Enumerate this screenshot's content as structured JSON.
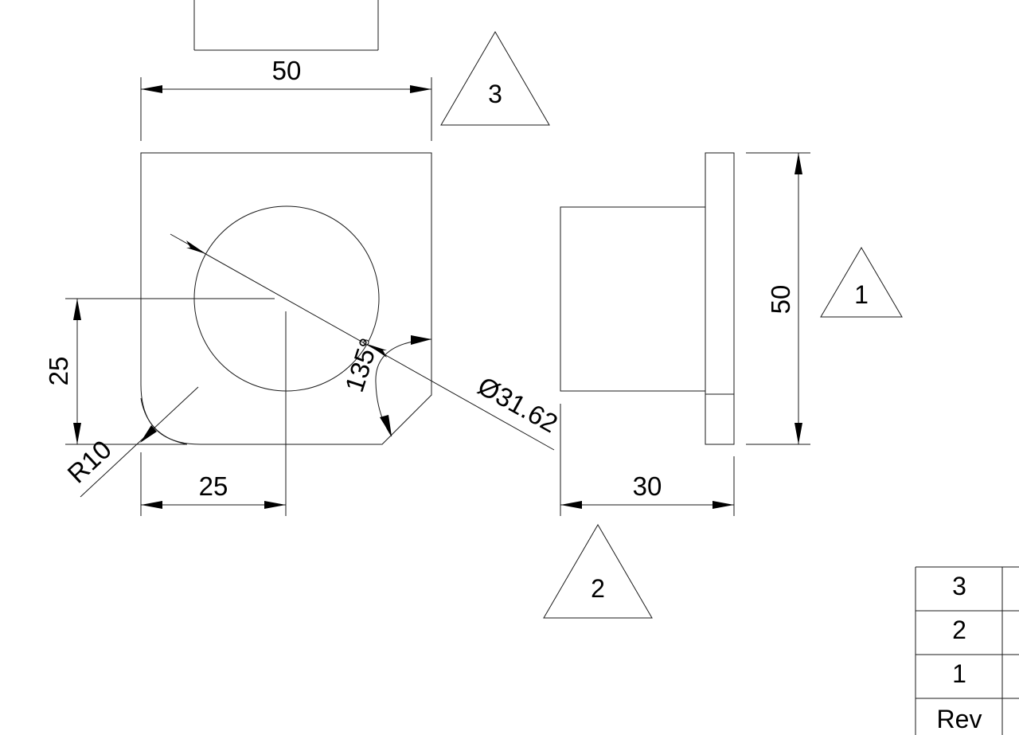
{
  "drawing": {
    "front_view": {
      "width_dim": "50",
      "height_dim": "25",
      "offset_dim": "25",
      "radius_dim": "R10",
      "angle_dim": "135°",
      "diameter_dim": "Ø31.62"
    },
    "side_view": {
      "height_dim": "50",
      "depth_dim": "30"
    },
    "revision_tags": [
      "3",
      "1",
      "2"
    ],
    "revision_table": {
      "rows": [
        "3",
        "2",
        "1"
      ],
      "header": "Rev"
    }
  }
}
